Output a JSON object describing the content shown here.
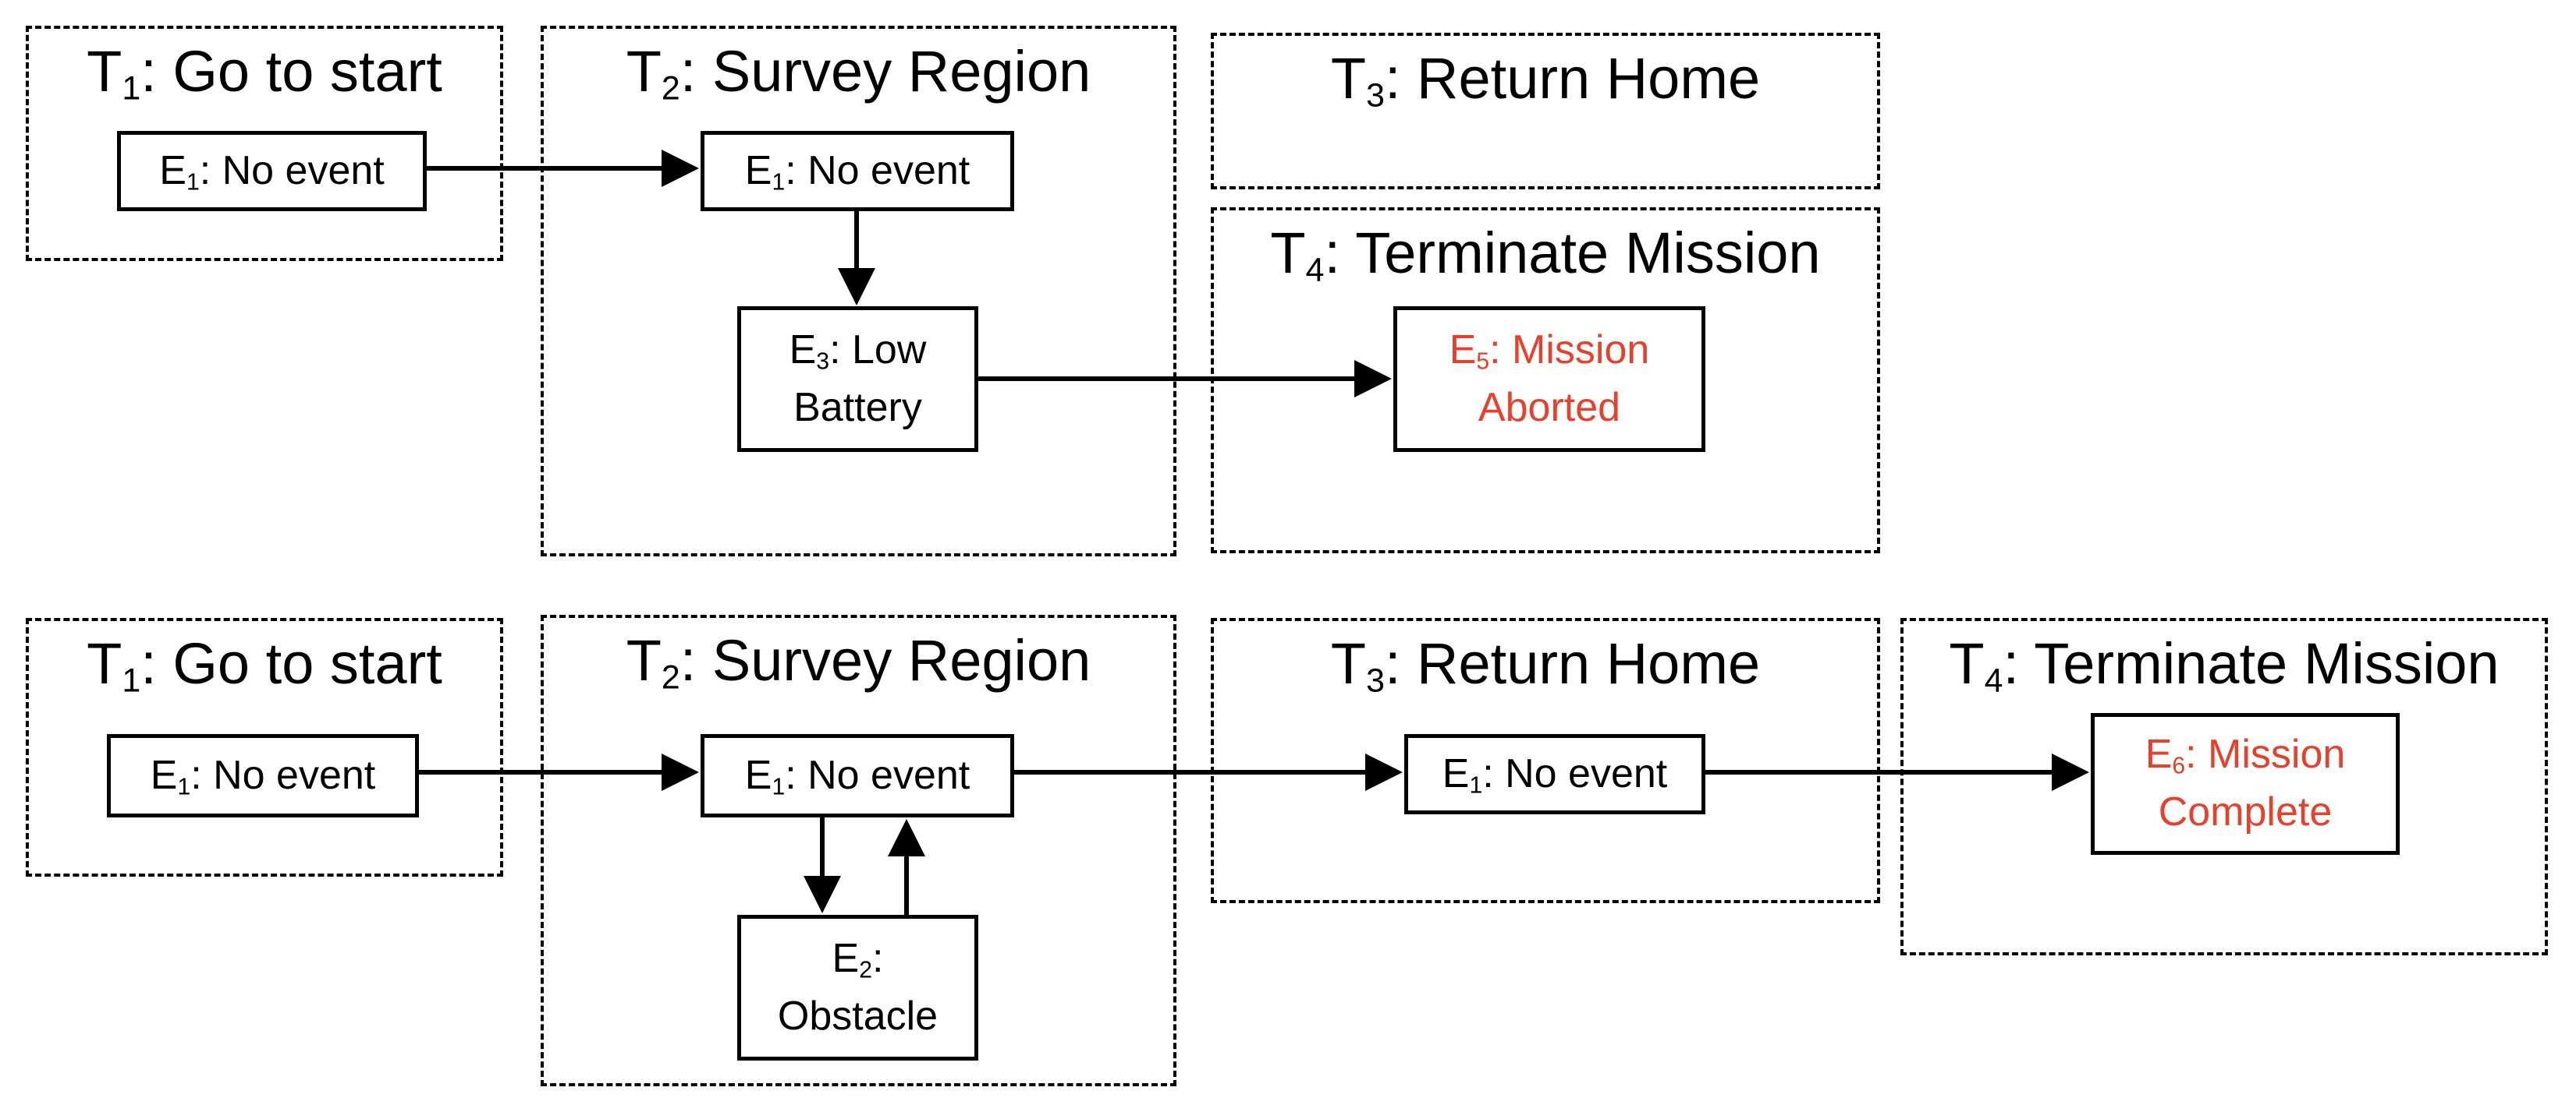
{
  "colors": {
    "line": "#000000",
    "terminal_event": "#e8402a"
  },
  "top": {
    "t1": {
      "letter": "T",
      "sub": "1",
      "label": ": Go to start"
    },
    "t2": {
      "letter": "T",
      "sub": "2",
      "label": ": Survey Region"
    },
    "t3": {
      "letter": "T",
      "sub": "3",
      "label": ": Return Home"
    },
    "t4": {
      "letter": "T",
      "sub": "4",
      "label": ": Terminate Mission"
    },
    "e1a": {
      "letter": "E",
      "sub": "1",
      "label": ": No event"
    },
    "e1b": {
      "letter": "E",
      "sub": "1",
      "label": ": No event"
    },
    "e3": {
      "letter": "E",
      "sub": "3",
      "label1": ": Low",
      "label2": "Battery"
    },
    "e5": {
      "letter": "E",
      "sub": "5",
      "label1": ": Mission",
      "label2": "Aborted"
    }
  },
  "bottom": {
    "t1": {
      "letter": "T",
      "sub": "1",
      "label": ": Go to start"
    },
    "t2": {
      "letter": "T",
      "sub": "2",
      "label": ": Survey Region"
    },
    "t3": {
      "letter": "T",
      "sub": "3",
      "label": ": Return Home"
    },
    "t4": {
      "letter": "T",
      "sub": "4",
      "label": ": Terminate Mission"
    },
    "e1a": {
      "letter": "E",
      "sub": "1",
      "label": ": No event"
    },
    "e1b": {
      "letter": "E",
      "sub": "1",
      "label": ": No event"
    },
    "e2": {
      "letter": "E",
      "sub": "2",
      "label1": ":",
      "label2": "Obstacle"
    },
    "e1c": {
      "letter": "E",
      "sub": "1",
      "label": ": No event"
    },
    "e6": {
      "letter": "E",
      "sub": "6",
      "label1": ": Mission",
      "label2": "Complete"
    }
  }
}
